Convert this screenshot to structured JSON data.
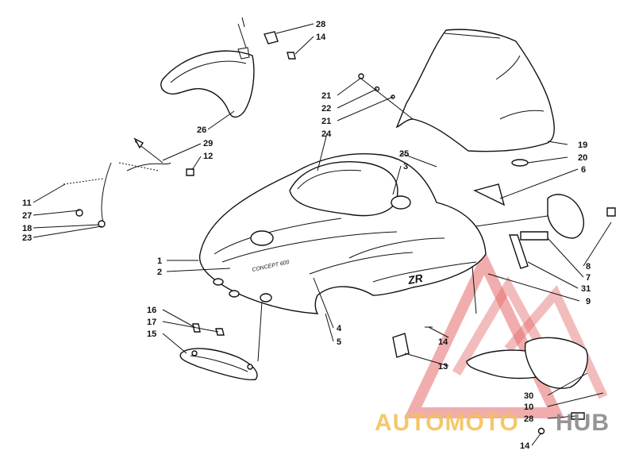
{
  "callouts": [
    {
      "id": "c28a",
      "text": "28"
    },
    {
      "id": "c14a",
      "text": "14"
    },
    {
      "id": "c26",
      "text": "26"
    },
    {
      "id": "c29",
      "text": "29"
    },
    {
      "id": "c12",
      "text": "12"
    },
    {
      "id": "c21a",
      "text": "21"
    },
    {
      "id": "c22",
      "text": "22"
    },
    {
      "id": "c21b",
      "text": "21"
    },
    {
      "id": "c24",
      "text": "24"
    },
    {
      "id": "c19",
      "text": "19"
    },
    {
      "id": "c20",
      "text": "20"
    },
    {
      "id": "c25",
      "text": "25"
    },
    {
      "id": "c3",
      "text": "3"
    },
    {
      "id": "c6",
      "text": "6"
    },
    {
      "id": "c11",
      "text": "11"
    },
    {
      "id": "c27",
      "text": "27"
    },
    {
      "id": "c18",
      "text": "18"
    },
    {
      "id": "c23",
      "text": "23"
    },
    {
      "id": "c1",
      "text": "1"
    },
    {
      "id": "c2",
      "text": "2"
    },
    {
      "id": "c8",
      "text": "8"
    },
    {
      "id": "c7",
      "text": "7"
    },
    {
      "id": "c31",
      "text": "31"
    },
    {
      "id": "c9",
      "text": "9"
    },
    {
      "id": "c16",
      "text": "16"
    },
    {
      "id": "c17",
      "text": "17"
    },
    {
      "id": "c15",
      "text": "15"
    },
    {
      "id": "c4",
      "text": "4"
    },
    {
      "id": "c5",
      "text": "5"
    },
    {
      "id": "c14b",
      "text": "14"
    },
    {
      "id": "c13",
      "text": "13"
    },
    {
      "id": "c30",
      "text": "30"
    },
    {
      "id": "c10",
      "text": "10"
    },
    {
      "id": "c28b",
      "text": "28"
    },
    {
      "id": "c14c",
      "text": "14"
    }
  ],
  "hood_decal": "ZR",
  "hood_decal_small": "CONCEPT 600",
  "watermark": {
    "text_part1": "AUTOMOTO",
    "text_part2": "HUB",
    "color_orange": "#f5c25a",
    "color_gray": "#8a8a8a",
    "color_red": "#e05050"
  }
}
